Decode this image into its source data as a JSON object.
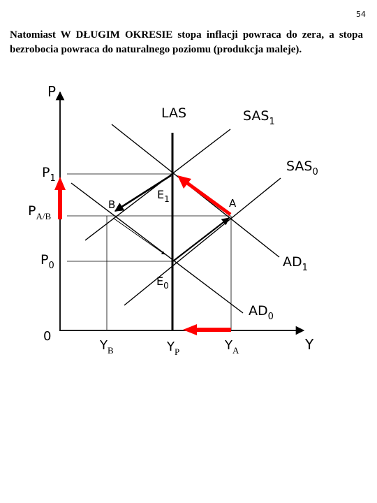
{
  "page_number": "54",
  "heading_text": "Natomiast W DŁUGIM OKRESIE stopa inflacji powraca do zera, a stopa bezrobocia powraca do naturalnego poziomu (produkcja maleje).",
  "diagram": {
    "axis_labels": {
      "vertical": "P",
      "horizontal": "Y",
      "origin": "0"
    },
    "curves": {
      "las": "LAS",
      "sas1": {
        "main": "SAS",
        "sub": "1"
      },
      "sas0": {
        "main": "SAS",
        "sub": "0"
      },
      "ad1": {
        "main": "AD",
        "sub": "1"
      },
      "ad0": {
        "main": "AD",
        "sub": "0"
      }
    },
    "points": {
      "e1": {
        "main": "E",
        "sub": "1"
      },
      "e0": {
        "main": "E",
        "sub": "0"
      },
      "a": "A",
      "b": "B"
    },
    "price_levels": {
      "p1": {
        "main": "P",
        "sub": "1"
      },
      "pab": {
        "main": "P",
        "sub": "A/B"
      },
      "p0": {
        "main": "P",
        "sub": "0"
      }
    },
    "output_levels": {
      "yb": {
        "main": "Y",
        "sub": "B"
      },
      "yp": {
        "main": "Y",
        "sub": "P"
      },
      "ya": {
        "main": "Y",
        "sub": "A"
      }
    },
    "colors": {
      "axes": "#000000",
      "curves": "#000000",
      "guides": "#000000",
      "highlight_arrows": "#ff0000"
    }
  }
}
